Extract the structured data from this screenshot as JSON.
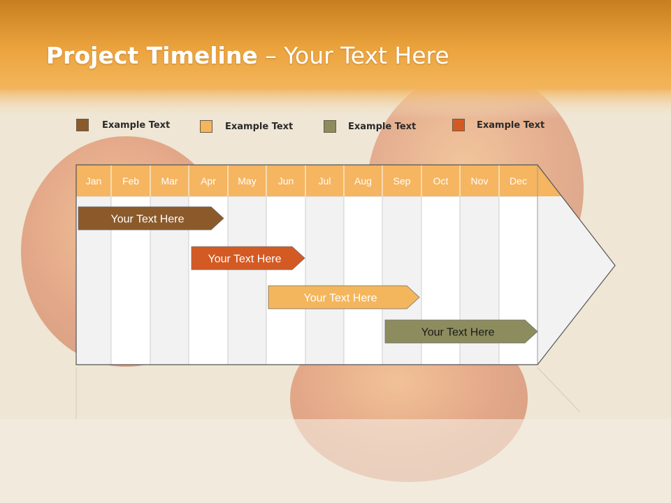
{
  "title": {
    "bold": "Project Timeline",
    "rest": " – Your Text Here"
  },
  "legend": [
    {
      "label": "Example Text",
      "color": "#8b5a2b"
    },
    {
      "label": "Example Text",
      "color": "#f4b65c"
    },
    {
      "label": "Example Text",
      "color": "#8c8c5e"
    },
    {
      "label": "Example Text",
      "color": "#d45a24"
    }
  ],
  "months": [
    "Jan",
    "Feb",
    "Mar",
    "Apr",
    "May",
    "Jun",
    "Jul",
    "Aug",
    "Sep",
    "Oct",
    "Nov",
    "Dec"
  ],
  "tasks": [
    {
      "label": "Your  Text Here",
      "color": "#8b5a2b",
      "text_color": "#ffffff"
    },
    {
      "label": "Your  Text Here",
      "color": "#d45a24",
      "text_color": "#ffffff"
    },
    {
      "label": "Your  Text Here",
      "color": "#f4b65c",
      "text_color": "#ffffff"
    },
    {
      "label": "Your  Text Here",
      "color": "#8c8c5e",
      "text_color": "#1a1a1a"
    }
  ]
}
